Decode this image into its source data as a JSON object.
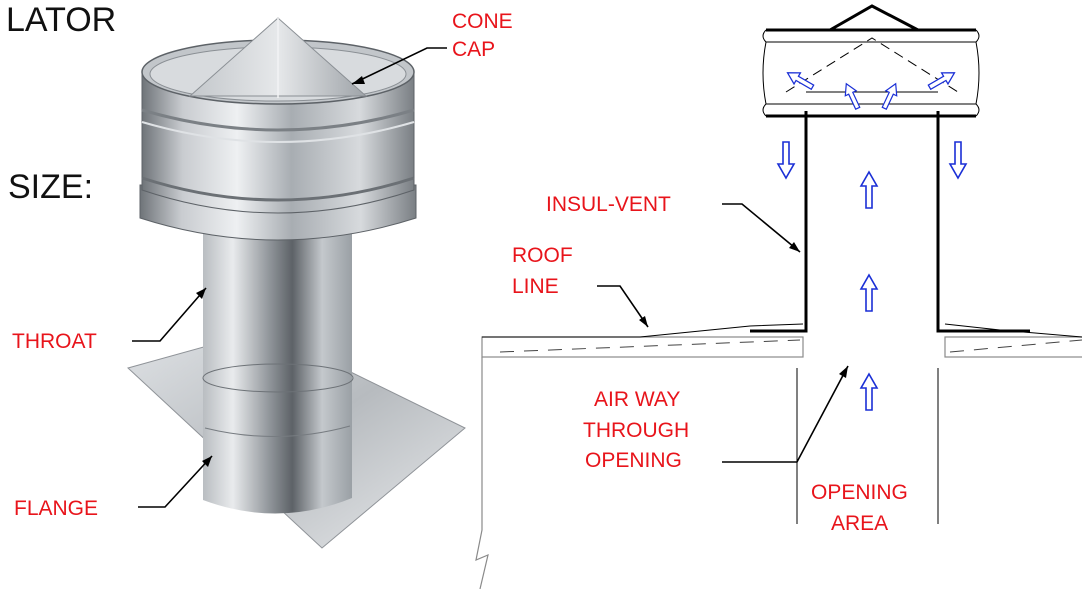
{
  "header": {
    "title_fragment": "LATOR",
    "size_label": "SIZE:"
  },
  "photo_labels": {
    "cone_cap_line1": "CONE",
    "cone_cap_line2": "CAP",
    "throat": "THROAT",
    "flange": "FLANGE"
  },
  "diagram_labels": {
    "insul_vent": "INSUL-VENT",
    "roof_line1": "ROOF",
    "roof_line2": "LINE",
    "airway_line1": "AIR WAY",
    "airway_line2": "THROUGH",
    "airway_line3": "OPENING",
    "opening_line1": "OPENING",
    "opening_line2": "AREA"
  },
  "colors": {
    "label_red": "#e8141b",
    "arrow_blue": "#1a2fd6",
    "line_black": "#000000"
  }
}
